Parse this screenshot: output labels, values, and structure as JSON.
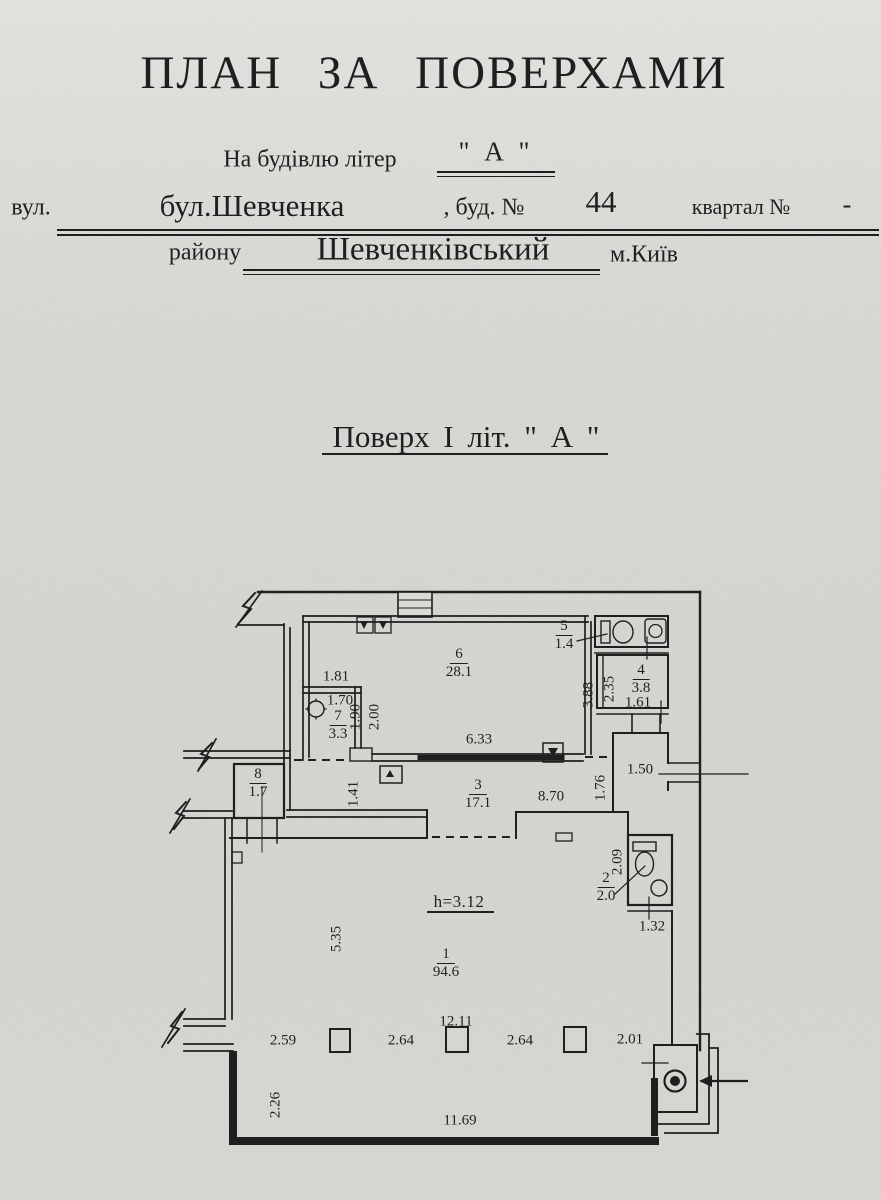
{
  "header": {
    "title": "ПЛАН ЗА ПОВЕРХАМИ",
    "building_label": "На будівлю літер",
    "building_value": "\" А \"",
    "street_prefix": "вул.",
    "street_value": "бул.Шевченка",
    "house_label": ", буд. №",
    "house_value": "44",
    "quarter_label": "квартал №",
    "quarter_value": "-",
    "district_label": "району",
    "district_value": "Шевченківський",
    "city_value": "м.Київ",
    "floor_title": "Поверх  І  літ. \" А \""
  },
  "plan": {
    "height_label": "h=3.12",
    "rooms": {
      "r1": {
        "no": "1",
        "area": "94.6"
      },
      "r2": {
        "no": "2",
        "area": "2.0"
      },
      "r3": {
        "no": "3",
        "area": "17.1"
      },
      "r4": {
        "no": "4",
        "area": "3.8"
      },
      "r5": {
        "no": "5",
        "area": "1.4"
      },
      "r6": {
        "no": "6",
        "area": "28.1"
      },
      "r7": {
        "no": "7",
        "area": "3.3"
      },
      "r8": {
        "no": "8",
        "area": "1.7"
      }
    },
    "dims": {
      "d181": "1.81",
      "d170": "1.70",
      "d190": "1.90",
      "d200": "2.00",
      "d388": "3.88",
      "d235": "2.35",
      "d161": "1.61",
      "d633": "6.33",
      "d150": "1.50",
      "d176": "1.76",
      "d141": "1.41",
      "d870": "8.70",
      "d209": "2.09",
      "d132": "1.32",
      "d535": "5.35",
      "d1211": "12.11",
      "d259": "2.59",
      "d264a": "2.64",
      "d264b": "2.64",
      "d201": "2.01",
      "d226": "2.26",
      "d1169": "11.69"
    },
    "icons": {
      "toilet": "toilet-top-view",
      "washbasin": "sink-basin",
      "entry_marker": "circled-entry-point",
      "entry_arrow": "arrow-left",
      "wall_break": "zigzag-break"
    },
    "colors": {
      "ink": "#1f1f1f",
      "paper": "#d9d7d3"
    }
  }
}
